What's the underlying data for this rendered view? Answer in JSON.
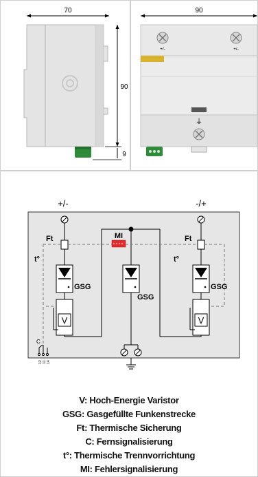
{
  "dimensions": {
    "side_width": "70",
    "front_width": "90",
    "height": "90",
    "base_height": "9"
  },
  "front_labels": {
    "terminal_left": "+/-",
    "terminal_right": "+/-"
  },
  "diagram": {
    "top_left": "+/-",
    "top_right": "-/+",
    "ft_left": "Ft",
    "ft_right": "Ft",
    "mi": "MI",
    "t_left": "t°",
    "t_right": "t°",
    "gsg_left": "GSG",
    "gsg_center": "GSG",
    "gsg_right": "GSG",
    "v_left": "V",
    "v_right": "V",
    "c_label": "C",
    "c_pins": [
      "12",
      "11",
      "14"
    ]
  },
  "legend": [
    "V: Hoch-Energie Varistor",
    "GSG: Gasgefüllte Funkenstrecke",
    "Ft: Thermische Sicherung",
    "C: Fernsignalisierung",
    "t°: Thermische Trennvorrichtung",
    "MI: Fehlersignalisierung"
  ],
  "colors": {
    "mi_indicator": "#e8292b",
    "flag": "#d9b32b",
    "terminal_green": "#2e8b3a"
  }
}
